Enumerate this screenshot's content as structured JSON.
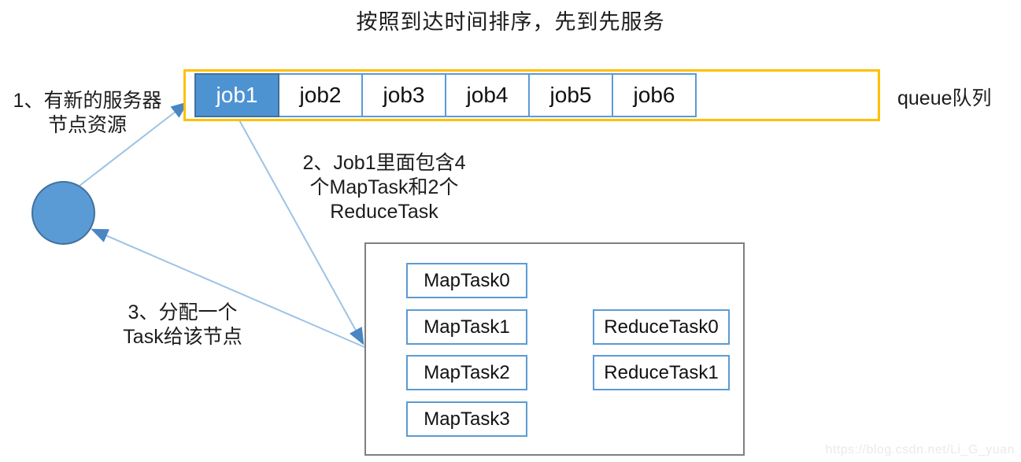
{
  "title": "按照到达时间排序，先到先服务",
  "queue": {
    "label": "queue队列",
    "jobs": [
      "job1",
      "job2",
      "job3",
      "job4",
      "job5",
      "job6"
    ],
    "highlighted_job": "job1"
  },
  "steps": {
    "step1": "1、有新的服务器\n节点资源",
    "step2": "2、Job1里面包含4\n个MapTask和2个\nReduceTask",
    "step3": "3、分配一个\nTask给该节点"
  },
  "tasks": {
    "map": [
      "MapTask0",
      "MapTask1",
      "MapTask2",
      "MapTask3"
    ],
    "reduce": [
      "ReduceTask0",
      "ReduceTask1"
    ]
  },
  "watermark": "https://blog.csdn.net/Li_G_yuan",
  "colors": {
    "queue_border": "#FFC000",
    "job_highlight_fill": "#4E93D1",
    "job_highlight_border": "#41719C",
    "box_border_blue": "#5B9BD5",
    "node_fill": "#5B9BD5",
    "node_border": "#41719C",
    "task_group_border": "#7F7F7F",
    "arrow_line": "#9DC3E6",
    "arrow_head": "#4A86C4"
  }
}
